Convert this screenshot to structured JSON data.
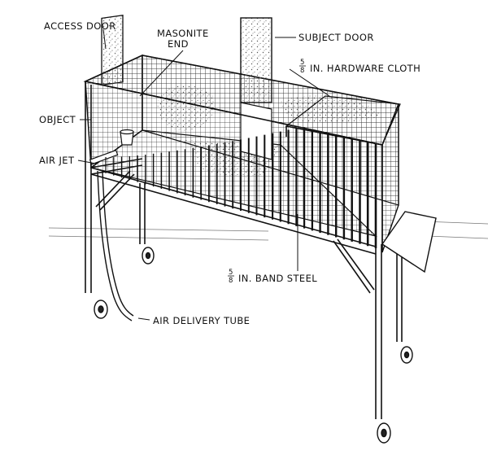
{
  "figure": {
    "labels": {
      "access_door": "ACCESS DOOR",
      "masonite_end_line1": "MASONITE",
      "masonite_end_line2": "END",
      "subject_door": "SUBJECT DOOR",
      "object": "OBJECT",
      "air_jet": "AIR JET",
      "hardware_cloth": "IN. HARDWARE CLOTH",
      "band_steel": "IN. BAND STEEL",
      "air_delivery_tube": "AIR DELIVERY TUBE",
      "fraction_numerator": "5",
      "fraction_denominator": "8"
    }
  }
}
